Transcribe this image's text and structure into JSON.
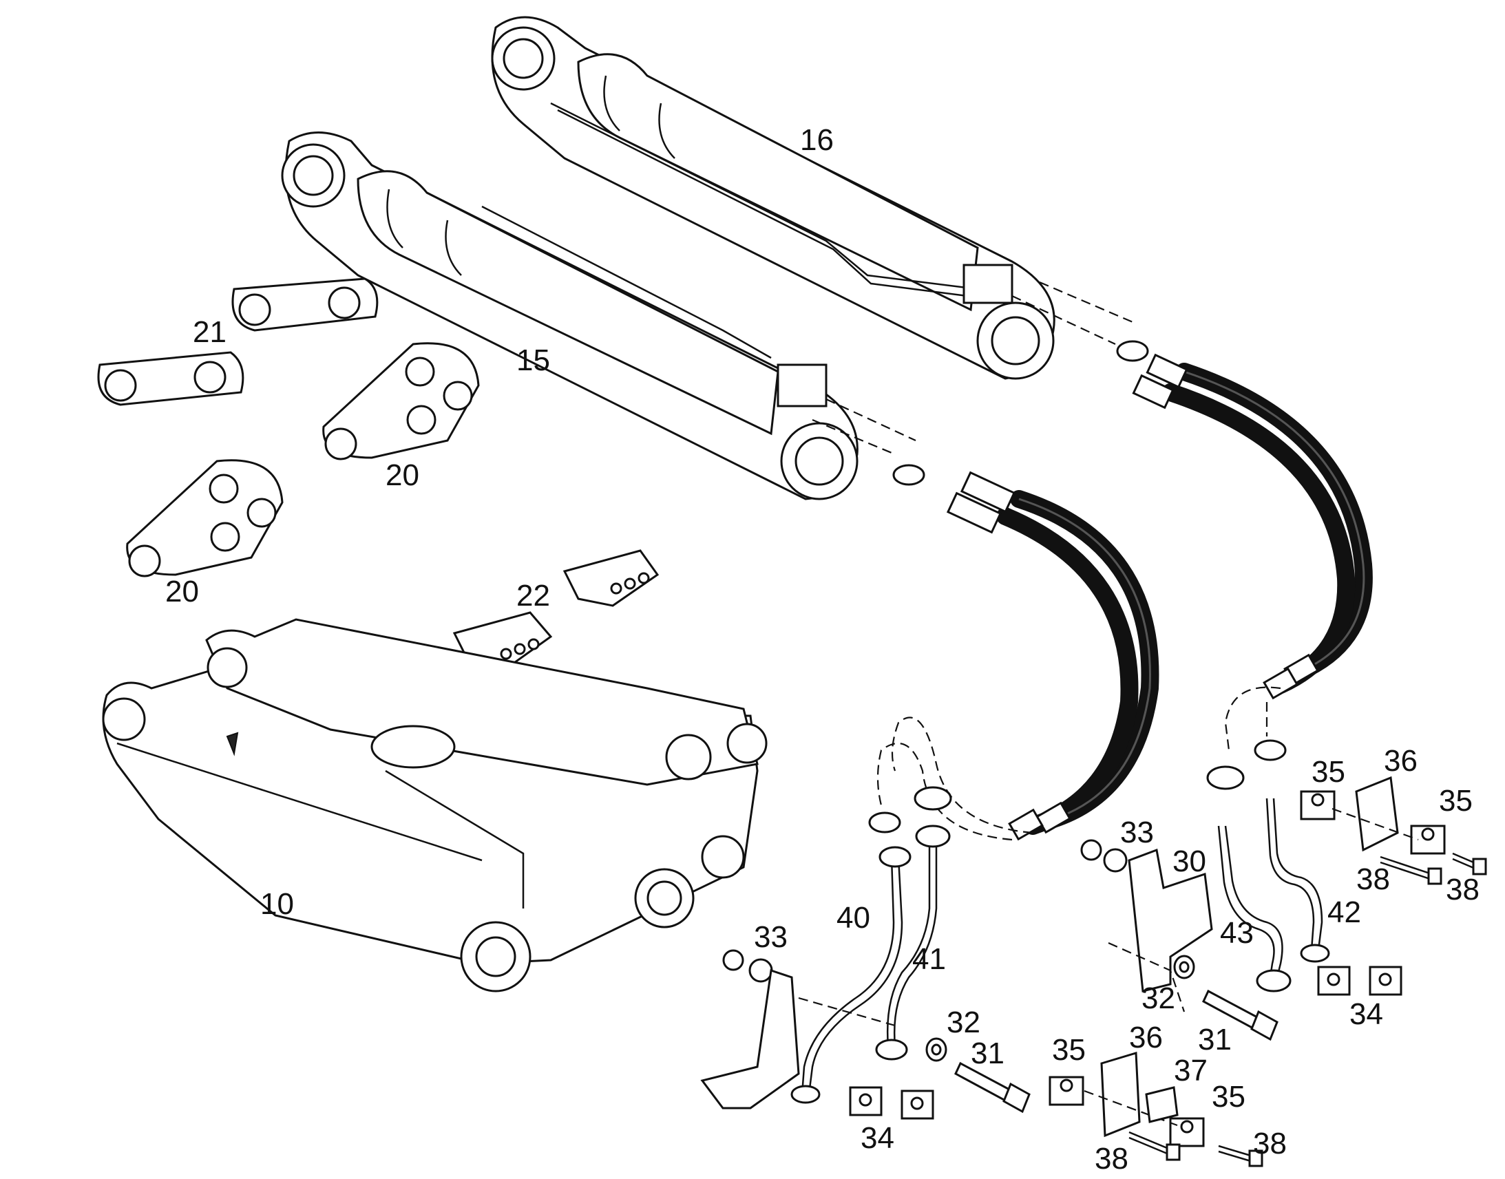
{
  "diagram": {
    "callouts": {
      "c10": "10",
      "c15": "15",
      "c16": "16",
      "c20a": "20",
      "c20b": "20",
      "c21": "21",
      "c22": "22",
      "c30": "30",
      "c31a": "31",
      "c31b": "31",
      "c32a": "32",
      "c32b": "32",
      "c33a": "33",
      "c33b": "33",
      "c34a": "34",
      "c34b": "34",
      "c35a": "35",
      "c35b": "35",
      "c35c": "35",
      "c35d": "35",
      "c36a": "36",
      "c36b": "36",
      "c37": "37",
      "c38a": "38",
      "c38b": "38",
      "c38c": "38",
      "c38d": "38",
      "c40": "40",
      "c41": "41",
      "c42": "42",
      "c43": "43"
    },
    "colors": {
      "line": "#111111",
      "paper": "#ffffff",
      "hose": "#111111"
    }
  }
}
